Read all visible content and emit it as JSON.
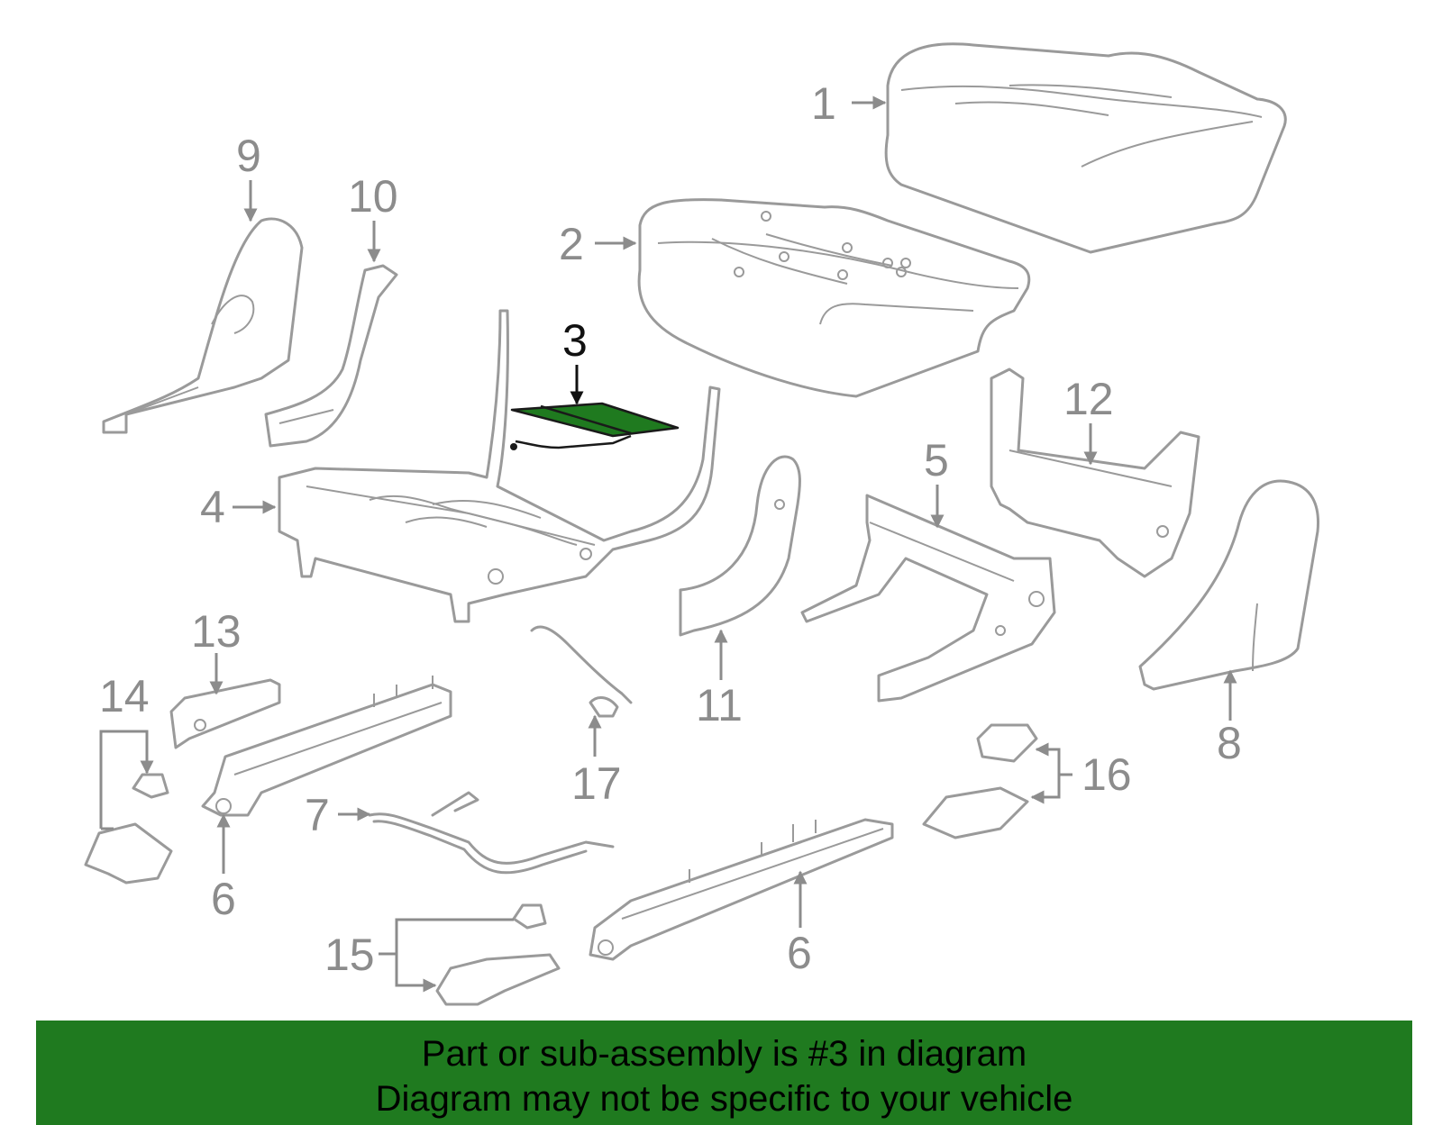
{
  "callouts": {
    "c1": "1",
    "c2": "2",
    "c3": "3",
    "c4": "4",
    "c5": "5",
    "c6a": "6",
    "c6b": "6",
    "c7": "7",
    "c8": "8",
    "c9": "9",
    "c10": "10",
    "c11": "11",
    "c12": "12",
    "c13": "13",
    "c14": "14",
    "c15": "15",
    "c16": "16",
    "c17": "17"
  },
  "highlighted_part": "3",
  "colors": {
    "highlight": "#1f7a1f",
    "part_line": "#9a9a9a",
    "callout_text": "#8c8c8c"
  },
  "banner": {
    "line1": "Part or sub-assembly is #3 in diagram",
    "line2": "Diagram may not be specific to your vehicle"
  }
}
